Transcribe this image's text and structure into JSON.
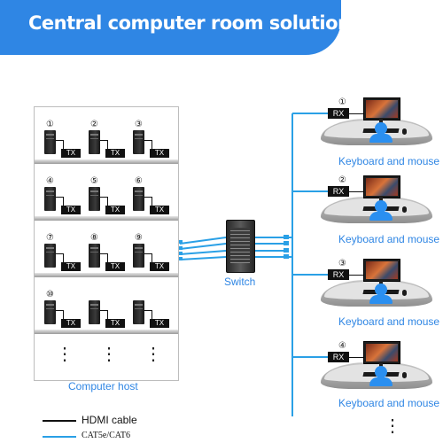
{
  "title": "Central computer room solution",
  "colors": {
    "accent": "#2f86e4",
    "cat_cable": "#2aa0e6",
    "hdmi_cable": "#111111"
  },
  "host_rack": {
    "caption": "Computer host",
    "rows": [
      {
        "slots": [
          {
            "num": "①",
            "tx": "TX"
          },
          {
            "num": "②",
            "tx": "TX"
          },
          {
            "num": "③",
            "tx": "TX"
          }
        ]
      },
      {
        "slots": [
          {
            "num": "④",
            "tx": "TX"
          },
          {
            "num": "⑤",
            "tx": "TX"
          },
          {
            "num": "⑥",
            "tx": "TX"
          }
        ]
      },
      {
        "slots": [
          {
            "num": "⑦",
            "tx": "TX"
          },
          {
            "num": "⑧",
            "tx": "TX"
          },
          {
            "num": "⑨",
            "tx": "TX"
          }
        ]
      },
      {
        "slots": [
          {
            "num": "⑩",
            "tx": "TX"
          },
          {
            "num": "",
            "tx": "TX"
          },
          {
            "num": "",
            "tx": "TX"
          }
        ]
      }
    ],
    "ellipsis": "⋮"
  },
  "switch": {
    "caption": "Switch",
    "icon": "network-switch-icon"
  },
  "stations": [
    {
      "num": "①",
      "rx": "RX",
      "label": "Keyboard and mouse"
    },
    {
      "num": "②",
      "rx": "RX",
      "label": "Keyboard and mouse"
    },
    {
      "num": "③",
      "rx": "RX",
      "label": "Keyboard and mouse"
    },
    {
      "num": "④",
      "rx": "RX",
      "label": "Keyboard and mouse"
    }
  ],
  "stations_ellipsis": "⋮",
  "legend": [
    {
      "label": "HDMI cable",
      "style": "hdmi"
    },
    {
      "label": "CAT5e/CAT6",
      "style": "cat"
    }
  ]
}
